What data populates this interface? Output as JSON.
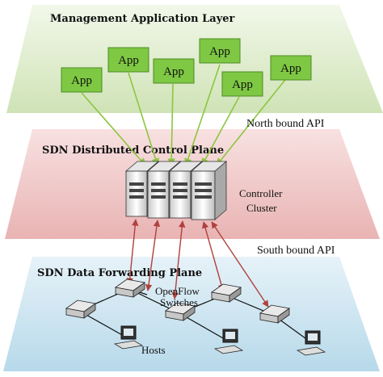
{
  "layers": {
    "management": "Management Application Layer",
    "control": "SDN Distributed Control Plane",
    "data": "SDN Data Forwarding Plane"
  },
  "apis": {
    "north": "North bound API",
    "south": "South bound API"
  },
  "controller_label_1": "Controller",
  "controller_label_2": "Cluster",
  "switches_label_1": "OpenFlow",
  "switches_label_2": "Switches",
  "hosts_label": "Hosts",
  "apps": [
    "App",
    "App",
    "App",
    "App",
    "App",
    "App"
  ],
  "colors": {
    "management_plane": "#dbe9c8",
    "control_plane": "#f1cccc",
    "data_plane": "#cfe6f1",
    "app_box": "#7ec843",
    "north_arrow": "#8cc63f",
    "south_arrow": "#b0413e"
  }
}
